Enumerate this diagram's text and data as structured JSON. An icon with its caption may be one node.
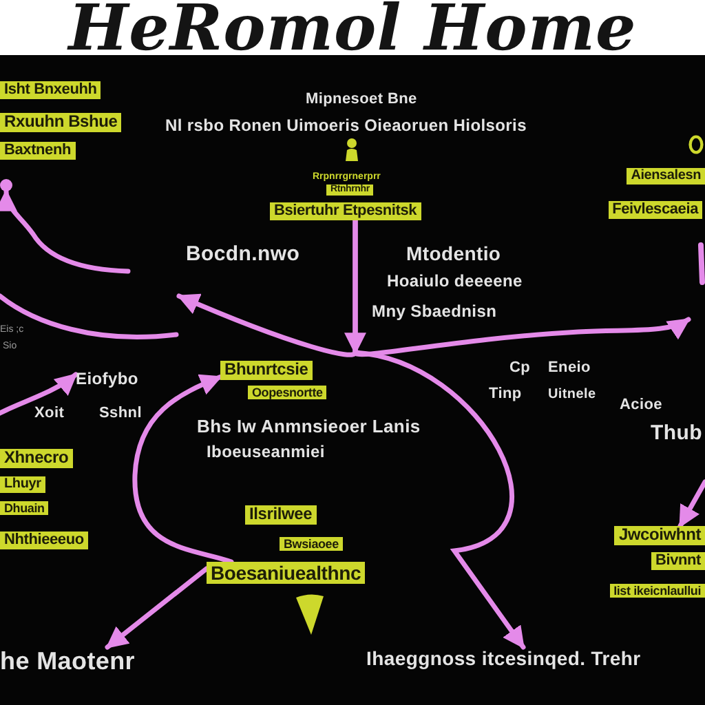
{
  "diagram": {
    "title": "HeRomol Home",
    "nodes": [
      {
        "text": [
          "Isht Bnxeuhh"
        ]
      },
      {
        "text": [
          "Rxuuhn Bshue"
        ]
      },
      {
        "text": [
          "Baxtnenh"
        ]
      },
      {
        "text": [],
        "shape": "circle"
      },
      {
        "text": [
          "Rtnhrnhr"
        ]
      },
      {
        "text": [
          "Aiensalesn"
        ]
      },
      {
        "text": [
          "Bsiertuhr Etpesnitsk"
        ]
      },
      {
        "text": [
          "Feivlescaeia"
        ]
      },
      {
        "text": [
          "Eiofybo"
        ]
      },
      {
        "text": [
          "Bhunrtcsie"
        ]
      },
      {
        "text": [
          "Oopesnortte"
        ]
      },
      {
        "text": [
          "Xhnecro"
        ]
      },
      {
        "text": [
          "Lhuyr"
        ]
      },
      {
        "text": [
          "Dhuain"
        ]
      },
      {
        "text": [
          "Ilsrilwee"
        ]
      },
      {
        "text": [
          "Nhthieeeuo"
        ]
      },
      {
        "text": [
          "Bwsiaoee"
        ]
      },
      {
        "text": [
          "Jwcoiwhnt"
        ]
      },
      {
        "text": [
          "Boesaniuealthnc"
        ]
      },
      {
        "text": [
          "Bivnnt"
        ]
      },
      {
        "text": [
          "Iist ikeicnlaullui"
        ]
      },
      {
        "text": [
          "he Maotenr"
        ]
      },
      {
        "text": [
          "Ihaeggnoss itcesinqed. Trehr"
        ]
      }
    ],
    "edges": [
      {
        "from": null,
        "to": 3,
        "arrow": "to"
      },
      {
        "from": 6,
        "to": null,
        "arrow": "to"
      },
      {
        "from": 6,
        "to": null,
        "arrow": "to"
      },
      {
        "from": 6,
        "to": 22,
        "arrow": "to"
      },
      {
        "from": null,
        "to": 8,
        "arrow": "to"
      },
      {
        "from": 18,
        "to": 9,
        "arrow": "to"
      },
      {
        "from": 18,
        "to": 21,
        "arrow": "to"
      },
      {
        "from": null,
        "to": 17,
        "arrow": "to"
      }
    ],
    "labels": [
      "Mipnesoet Bne",
      "Nl rsbo Ronen Uimoeris Oieaoruen Hiolsoris",
      "Rrpnrrgrnerprr",
      "Bocdn.nwo",
      "Mtodentio",
      "Hoaiulo deeeene",
      "Mny Sbaednisn",
      "Eis ;c",
      "Sio",
      "Cp",
      "Eneio",
      "Tinp",
      "Uitnele",
      "Acioe",
      "Xoit",
      "Sshnl",
      "Bhs Iw Anmnsieoer Lanis",
      "Thub",
      "Iboeuseanmiei"
    ]
  }
}
